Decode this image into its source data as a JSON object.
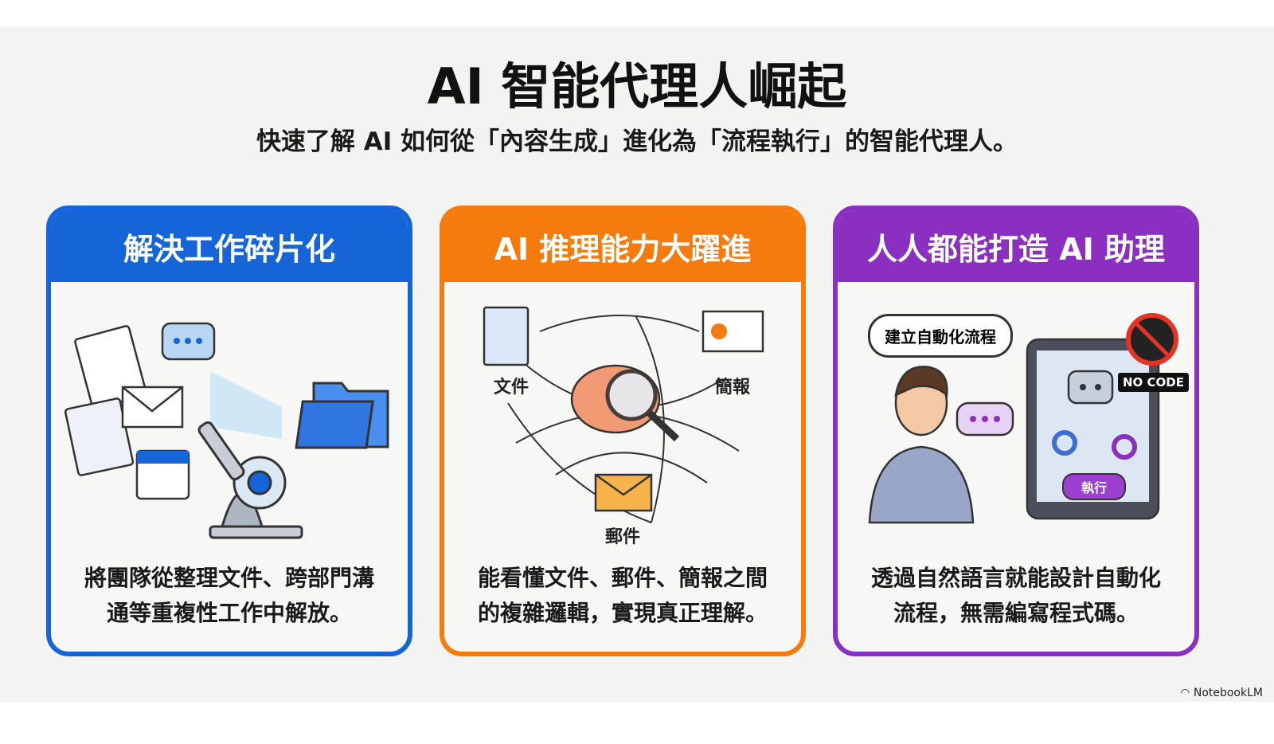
{
  "title": "AI 智能代理人崛起",
  "subtitle": "快速了解 AI 如何從「內容生成」進化為「流程執行」的智能代理人。",
  "cards": [
    {
      "header": "解決工作碎片化",
      "desc_line1": "將團隊從整理文件、跨部門溝",
      "desc_line2": "通等重複性工作中解放。",
      "color": "#1565d8"
    },
    {
      "header": "AI 推理能力大躍進",
      "desc_line1": "能看懂文件、郵件、簡報之間",
      "desc_line2": "的複雜邏輯，實現真正理解。",
      "color": "#f57c0c",
      "labels": {
        "doc": "文件",
        "slides": "簡報",
        "mail": "郵件"
      }
    },
    {
      "header": "人人都能打造 AI 助理",
      "desc_line1": "透過自然語言就能設計自動化",
      "desc_line2": "流程，無需編寫程式碼。",
      "color": "#8a2fc0",
      "labels": {
        "bubble": "建立自動化流程",
        "nocode": "NO CODE",
        "run": "執行"
      }
    }
  ],
  "watermark": "NotebookLM"
}
